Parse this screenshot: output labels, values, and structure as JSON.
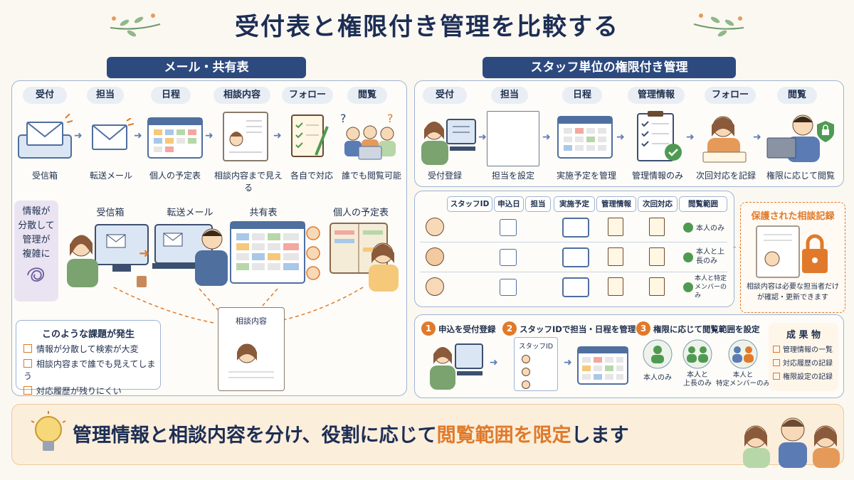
{
  "title": "受付表と権限付き管理を比較する",
  "left": {
    "banner": "メール・共有表",
    "steps": [
      "受付",
      "担当",
      "日程",
      "相談内容",
      "フォロー",
      "閲覧"
    ],
    "captions": [
      "受信箱",
      "転送メール",
      "個人の予定表",
      "相談内容まで見える",
      "各自で対応",
      "誰でも閲覧可能"
    ],
    "scene_labels": [
      "受信箱",
      "転送メール",
      "共有表",
      "個人の予定表"
    ],
    "side_note": [
      "情報が",
      "分散して",
      "管理が",
      "複雑に"
    ],
    "consult_label": "相談内容",
    "issues_title": "このような課題が発生",
    "issues": [
      "情報が分散して検索が大変",
      "相談内容まで誰でも見えてしまう",
      "対応履歴が残りにくい"
    ]
  },
  "right": {
    "banner": "スタッフ単位の権限付き管理",
    "steps": [
      "受付",
      "担当",
      "日程",
      "管理情報",
      "フォロー",
      "閲覧"
    ],
    "captions": [
      "受付登録",
      "担当を設定",
      "実施予定を管理",
      "管理情報のみ",
      "次回対応を記録",
      "権限に応じて閲覧"
    ],
    "table_headers": [
      "スタッフID",
      "申込日",
      "担当",
      "実施予定",
      "管理情報",
      "次回対応",
      "閲覧範囲"
    ],
    "scopes": [
      "本人のみ",
      "本人と上長のみ",
      "本人と特定メンバーのみ"
    ],
    "protected_title": "保護された相談記録",
    "protected_note": "相談内容は必要な担当者だけが確認・更新できます",
    "flow": [
      {
        "num": "1",
        "label": "申込を受付登録"
      },
      {
        "num": "2",
        "label": "スタッフIDで担当・日程を管理"
      },
      {
        "num": "3",
        "label": "権限に応じて閲覧範囲を設定"
      }
    ],
    "flow_id_label": "スタッフID",
    "flow_scopes": [
      "本人のみ",
      "本人と\n上長のみ",
      "本人と\n特定メンバーのみ"
    ],
    "results_title": "成 果 物",
    "results": [
      "管理情報の一覧",
      "対応履歴の記録",
      "権限設定の記録"
    ]
  },
  "footer": {
    "text_main": "管理情報と相談内容を分け、役割に応じて",
    "text_highlight": "閲覧範囲を限定",
    "text_end": "します"
  },
  "colors": {
    "navy": "#2d4a7f",
    "orange": "#e07a2a",
    "panel_border": "#9fb4d4",
    "footer_bg": "#fbeedb"
  }
}
